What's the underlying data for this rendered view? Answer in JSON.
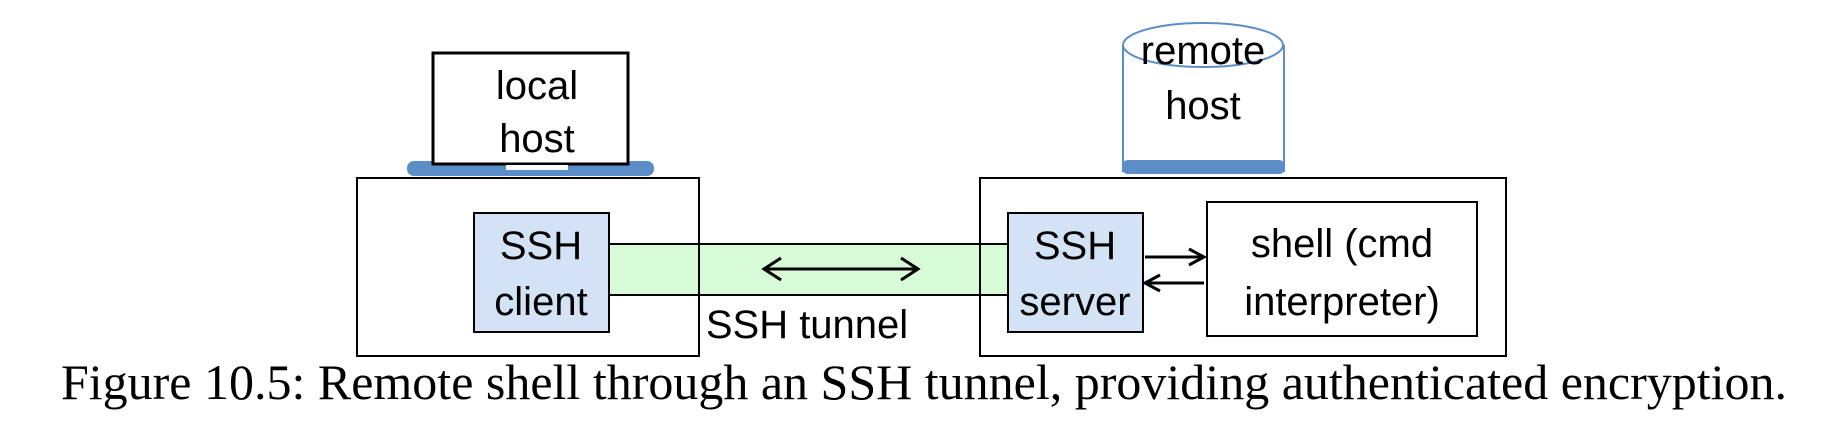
{
  "diagram": {
    "local_host": {
      "label_line1": "local",
      "label_line2": "host"
    },
    "remote_host": {
      "label_line1": "remote",
      "label_line2": "host"
    },
    "ssh_client": {
      "label_line1": "SSH",
      "label_line2": "client"
    },
    "ssh_server": {
      "label_line1": "SSH",
      "label_line2": "server"
    },
    "shell": {
      "label_line1": "shell (cmd",
      "label_line2": "interpreter)"
    },
    "tunnel": {
      "label": "SSH tunnel"
    }
  },
  "caption": "Figure 10.5:  Remote shell through an SSH tunnel, providing authenticated encryption.",
  "colors": {
    "line": "#000000",
    "ssh_box_fill": "#d3e3f5",
    "tunnel_fill": "#d7fad7",
    "device_blue": "#5b8ec9"
  }
}
